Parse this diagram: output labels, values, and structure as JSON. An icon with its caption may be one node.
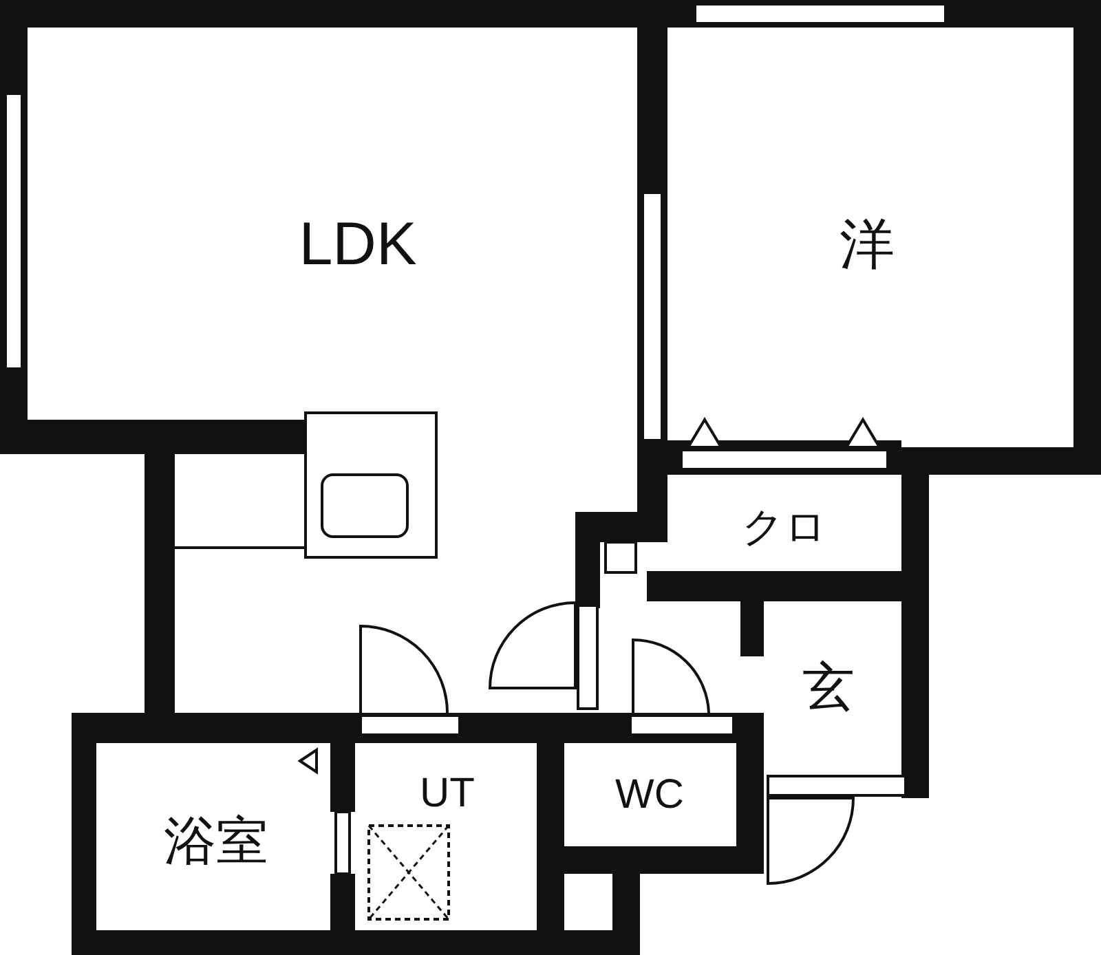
{
  "diagram": {
    "nodes": [
      {
        "text": [
          "LDK"
        ]
      },
      {
        "text": [
          "洋"
        ]
      },
      {
        "text": [
          "クロ"
        ]
      },
      {
        "text": [
          "玄"
        ]
      },
      {
        "text": [
          "浴室"
        ]
      },
      {
        "text": [
          "UT"
        ]
      },
      {
        "text": [
          "WC"
        ]
      }
    ]
  }
}
